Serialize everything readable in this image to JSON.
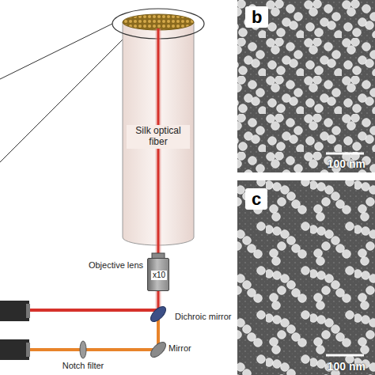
{
  "diagram": {
    "nodes": [
      {
        "text": [
          "Silk optical fiber"
        ]
      },
      {
        "text": [
          "b",
          "100 nm"
        ]
      },
      {
        "text": [
          "c",
          "100 nm"
        ]
      },
      {
        "text": [
          "x10"
        ]
      }
    ],
    "labels": [
      "Objective lens",
      "Dichroic mirror",
      "Mirror",
      "Notch filter"
    ]
  }
}
